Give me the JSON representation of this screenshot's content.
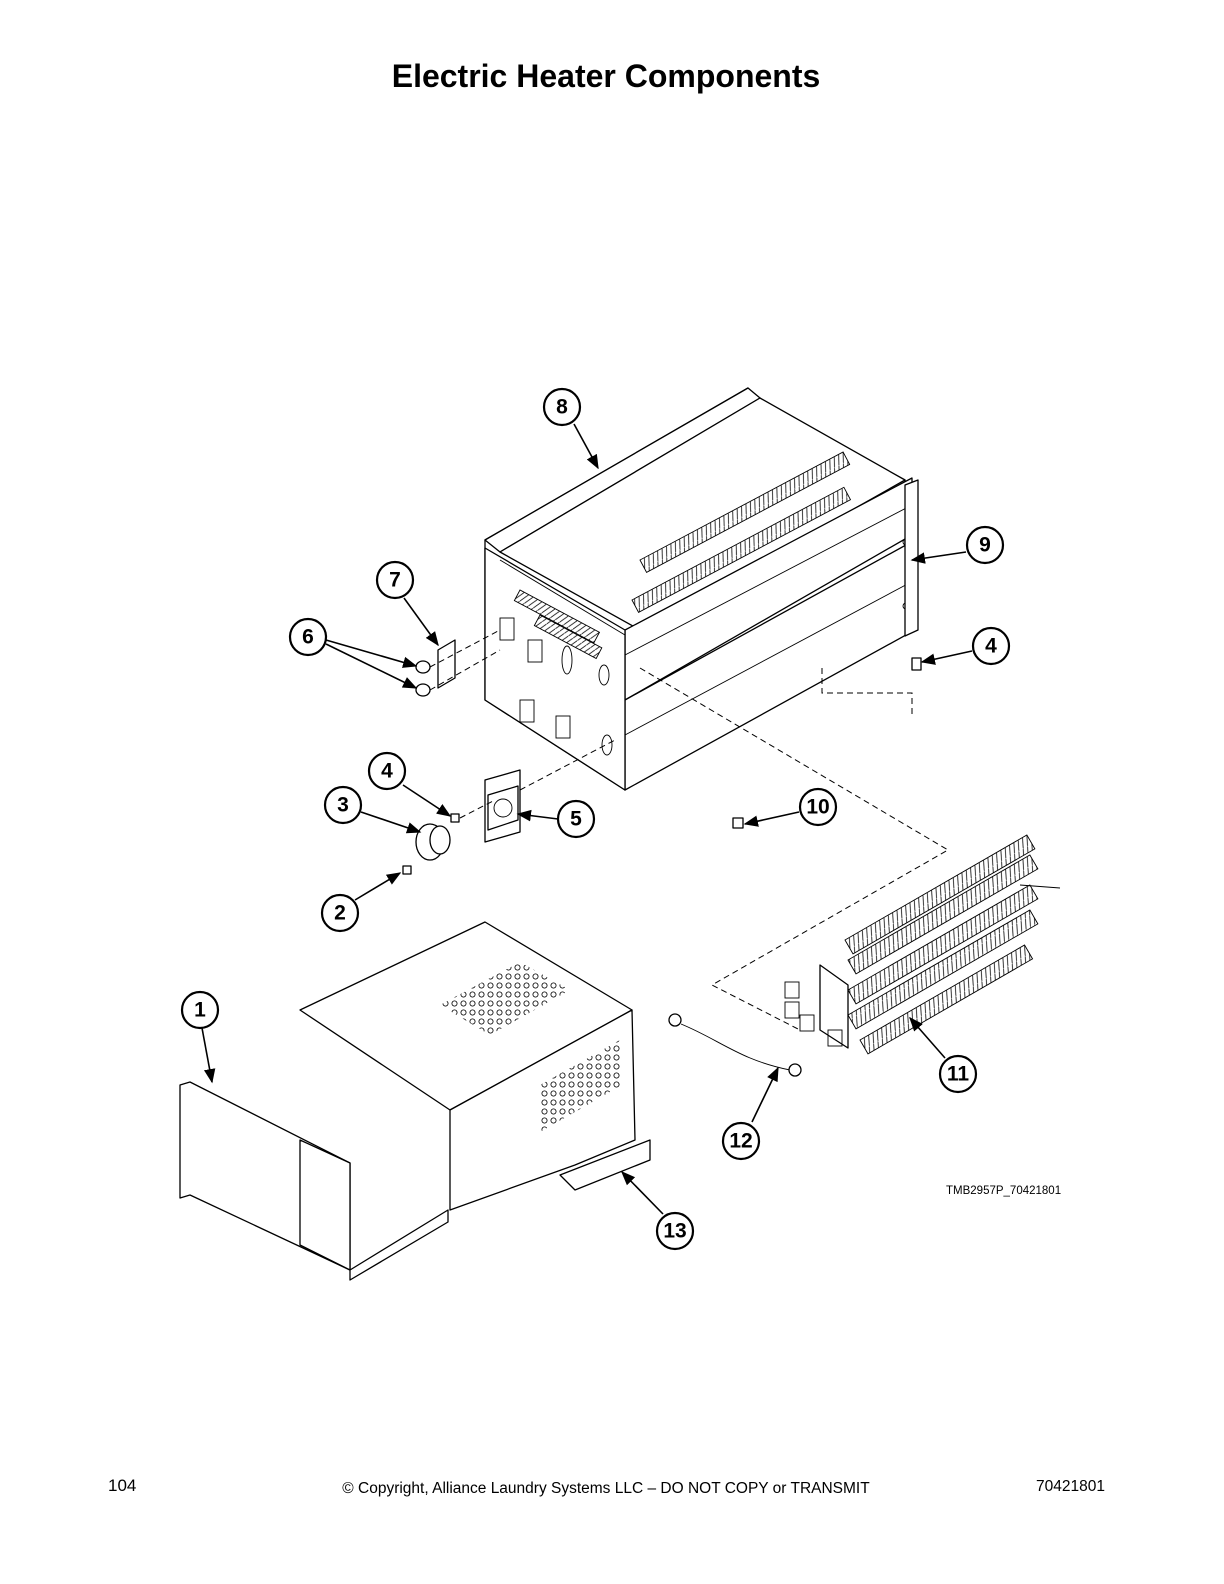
{
  "title": "Electric Heater Components",
  "figure_code": "TMB2957P_70421801",
  "callouts": [
    "1",
    "2",
    "3",
    "4",
    "4",
    "5",
    "6",
    "7",
    "8",
    "9",
    "10",
    "11",
    "12",
    "13"
  ],
  "footer": {
    "page_number": "104",
    "copyright": "© Copyright, Alliance Laundry Systems LLC – DO NOT COPY or TRANSMIT",
    "doc_number": "70421801"
  }
}
